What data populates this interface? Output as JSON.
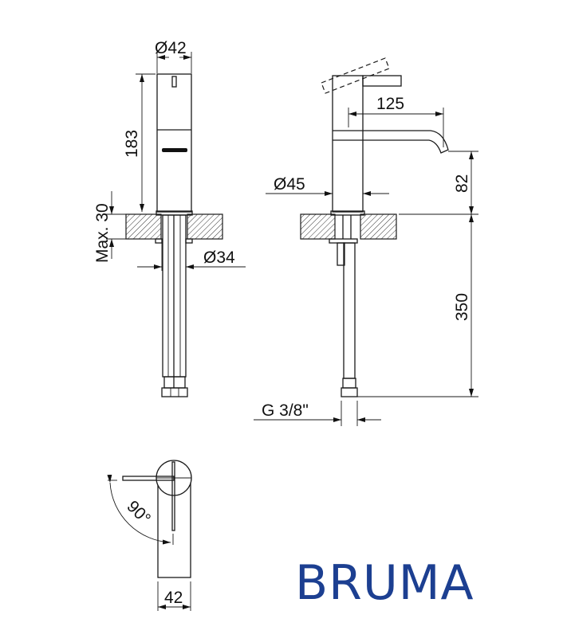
{
  "dimensions": {
    "top_diameter": "Ø42",
    "height_body": "183",
    "max_counter": "Max. 30",
    "pipe_diameter": "Ø34",
    "body_diameter": "Ø45",
    "spout_reach": "125",
    "spout_height": "82",
    "hose_length": "350",
    "thread": "G 3/8\"",
    "lever_angle": "90°",
    "plan_width": "42"
  },
  "brand": {
    "name": "BRUMA",
    "color": "#1c3f91"
  }
}
